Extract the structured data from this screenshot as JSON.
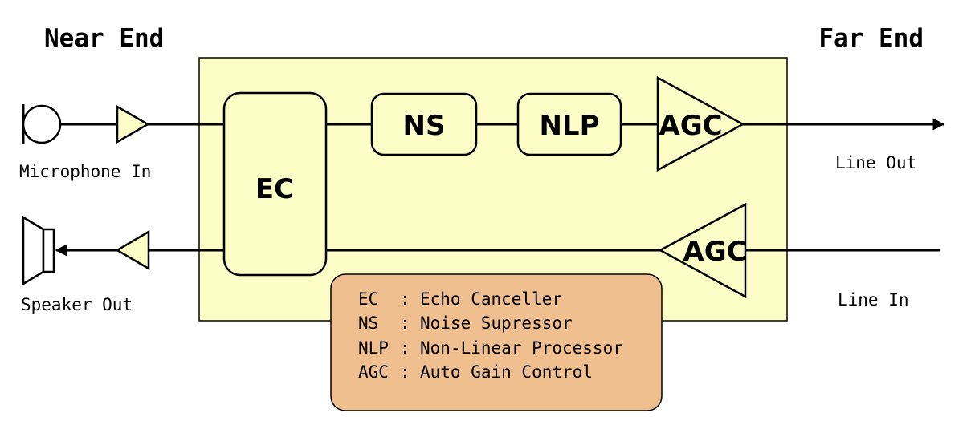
{
  "headers": {
    "near_end": "Near End",
    "far_end": "Far End"
  },
  "ports": {
    "mic_in": "Microphone In",
    "speaker_out": "Speaker Out",
    "line_out": "Line Out",
    "line_in": "Line In"
  },
  "blocks": {
    "ec": "EC",
    "ns": "NS",
    "nlp": "NLP",
    "agc_tx": "AGC",
    "agc_rx": "AGC"
  },
  "legend": [
    {
      "abbr": "EC",
      "sep": ":",
      "desc": "Echo Canceller"
    },
    {
      "abbr": "NS",
      "sep": ":",
      "desc": "Noise Supressor"
    },
    {
      "abbr": "NLP",
      "sep": ":",
      "desc": "Non-Linear Processor"
    },
    {
      "abbr": "AGC",
      "sep": ":",
      "desc": "Auto Gain Control"
    }
  ],
  "colors": {
    "processing_area": "#fdfdc8",
    "legend_box": "#f0bf90",
    "line": "#000000"
  }
}
